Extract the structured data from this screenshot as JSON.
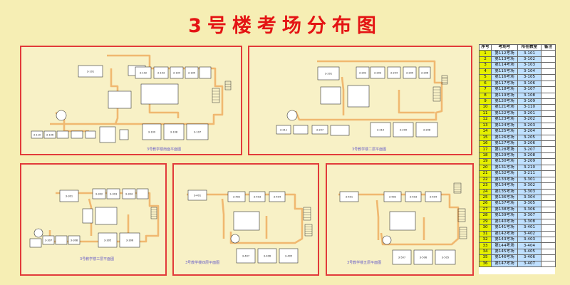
{
  "title": "3号楼考场分布图",
  "floors": [
    {
      "caption": "3号教学楼南面平面图",
      "rooms": [
        "3-101",
        "3-102",
        "3-103",
        "3-104",
        "3-105",
        "3-106",
        "3-107",
        "3-108",
        "3-109",
        "3-110"
      ]
    },
    {
      "caption": "3号教学楼二层平面图",
      "rooms": [
        "3-201",
        "3-202",
        "3-203",
        "3-204",
        "3-205",
        "3-206",
        "3-207",
        "3-208",
        "3-209",
        "3-210",
        "3-211"
      ]
    },
    {
      "caption": "3号教学楼三层平面图",
      "rooms": [
        "3-301",
        "3-302",
        "3-303",
        "3-304",
        "3-305",
        "3-306",
        "3-307",
        "3-308"
      ]
    },
    {
      "caption": "3号教学楼四层平面图",
      "rooms": [
        "3-401",
        "3-402",
        "3-403",
        "3-404",
        "3-405",
        "3-406",
        "3-407"
      ]
    },
    {
      "caption": "3号教学楼五层平面图",
      "rooms": [
        "3-501",
        "3-502",
        "3-503",
        "3-504",
        "3-505",
        "3-506",
        "3-507"
      ]
    }
  ],
  "table": {
    "headers": [
      "序号",
      "考场号",
      "所在教室",
      "备注"
    ],
    "rows": [
      {
        "seq": "1",
        "exam": "第112考场",
        "room": "3-101",
        "note": ""
      },
      {
        "seq": "2",
        "exam": "第113考场",
        "room": "3-102",
        "note": ""
      },
      {
        "seq": "3",
        "exam": "第114考场",
        "room": "3-103",
        "note": ""
      },
      {
        "seq": "4",
        "exam": "第115考场",
        "room": "3-104",
        "note": ""
      },
      {
        "seq": "5",
        "exam": "第116考场",
        "room": "3-105",
        "note": ""
      },
      {
        "seq": "6",
        "exam": "第117考场",
        "room": "3-106",
        "note": ""
      },
      {
        "seq": "7",
        "exam": "第118考场",
        "room": "3-107",
        "note": ""
      },
      {
        "seq": "8",
        "exam": "第119考场",
        "room": "3-108",
        "note": ""
      },
      {
        "seq": "9",
        "exam": "第120考场",
        "room": "3-109",
        "note": ""
      },
      {
        "seq": "10",
        "exam": "第121考场",
        "room": "3-110",
        "note": ""
      },
      {
        "seq": "11",
        "exam": "第122考场",
        "room": "3-201",
        "note": ""
      },
      {
        "seq": "12",
        "exam": "第123考场",
        "room": "3-202",
        "note": ""
      },
      {
        "seq": "13",
        "exam": "第124考场",
        "room": "3-203",
        "note": ""
      },
      {
        "seq": "14",
        "exam": "第125考场",
        "room": "3-204",
        "note": ""
      },
      {
        "seq": "15",
        "exam": "第126考场",
        "room": "3-205",
        "note": ""
      },
      {
        "seq": "16",
        "exam": "第127考场",
        "room": "3-206",
        "note": ""
      },
      {
        "seq": "17",
        "exam": "第128考场",
        "room": "3-207",
        "note": ""
      },
      {
        "seq": "18",
        "exam": "第129考场",
        "room": "3-208",
        "note": ""
      },
      {
        "seq": "19",
        "exam": "第130考场",
        "room": "3-209",
        "note": ""
      },
      {
        "seq": "20",
        "exam": "第131考场",
        "room": "3-210",
        "note": ""
      },
      {
        "seq": "21",
        "exam": "第132考场",
        "room": "3-211",
        "note": ""
      },
      {
        "seq": "22",
        "exam": "第133考场",
        "room": "3-301",
        "note": ""
      },
      {
        "seq": "23",
        "exam": "第134考场",
        "room": "3-302",
        "note": ""
      },
      {
        "seq": "24",
        "exam": "第135考场",
        "room": "3-303",
        "note": ""
      },
      {
        "seq": "25",
        "exam": "第136考场",
        "room": "3-304",
        "note": ""
      },
      {
        "seq": "26",
        "exam": "第137考场",
        "room": "3-305",
        "note": ""
      },
      {
        "seq": "27",
        "exam": "第138考场",
        "room": "3-306",
        "note": ""
      },
      {
        "seq": "28",
        "exam": "第139考场",
        "room": "3-307",
        "note": ""
      },
      {
        "seq": "29",
        "exam": "第140考场",
        "room": "3-308",
        "note": ""
      },
      {
        "seq": "30",
        "exam": "第141考场",
        "room": "3-401",
        "note": ""
      },
      {
        "seq": "31",
        "exam": "第142考场",
        "room": "3-402",
        "note": ""
      },
      {
        "seq": "32",
        "exam": "第143考场",
        "room": "3-403",
        "note": ""
      },
      {
        "seq": "33",
        "exam": "第144考场",
        "room": "3-404",
        "note": ""
      },
      {
        "seq": "34",
        "exam": "第145考场",
        "room": "3-405",
        "note": ""
      },
      {
        "seq": "35",
        "exam": "第146考场",
        "room": "3-406",
        "note": ""
      },
      {
        "seq": "36",
        "exam": "第147考场",
        "room": "3-407",
        "note": ""
      }
    ]
  },
  "colors": {
    "title": "#e41414",
    "panel_border": "#e23a3a",
    "corridor": "#f0b870",
    "seq_cell": "#e5f000",
    "data_cell": "#bfe0ff",
    "caption": "#6a60c8"
  }
}
